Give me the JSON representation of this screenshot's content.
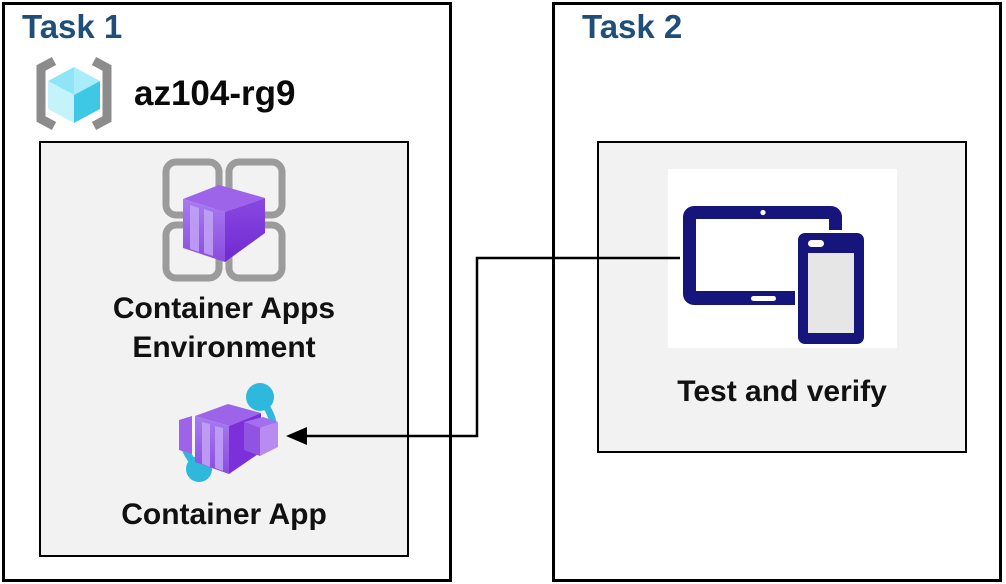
{
  "diagram": {
    "task1": {
      "title": "Task 1",
      "resource_group_name": "az104-rg9",
      "environment_label": "Container Apps Environment",
      "app_label": "Container App"
    },
    "task2": {
      "title": "Task 2",
      "verify_label": "Test and verify"
    },
    "icons": {
      "resource_group": "resource-group-icon",
      "container_apps_environment": "container-apps-environment-icon",
      "container_app": "container-app-icon",
      "devices": "devices-icon",
      "connector": "elbow-arrow-connector"
    },
    "colors": {
      "heading": "#1F4E79",
      "box_fill": "#F2F2F2",
      "border": "#000000",
      "bracket_gray": "#8C8C8C",
      "cube_cyan": "#3FC8E6",
      "container_purple": "#7B30D9",
      "container_purple_light": "#A97DF0",
      "orbit_cyan": "#2EB8DB",
      "device_navy": "#15157B",
      "device_screen_gray": "#E6E6E6"
    }
  }
}
